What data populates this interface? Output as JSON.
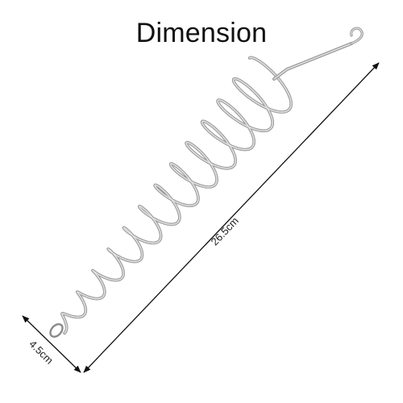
{
  "title": "Dimension",
  "dimensions": {
    "length_label": "26.5cm",
    "width_label": "4.5cm"
  },
  "product": {
    "icon": "spiral-wire-basket",
    "wire_color": "#b8b8b8",
    "wire_highlight": "#eeeeee",
    "wire_shadow": "#8a8a8a"
  },
  "arrow_color": "#111111"
}
